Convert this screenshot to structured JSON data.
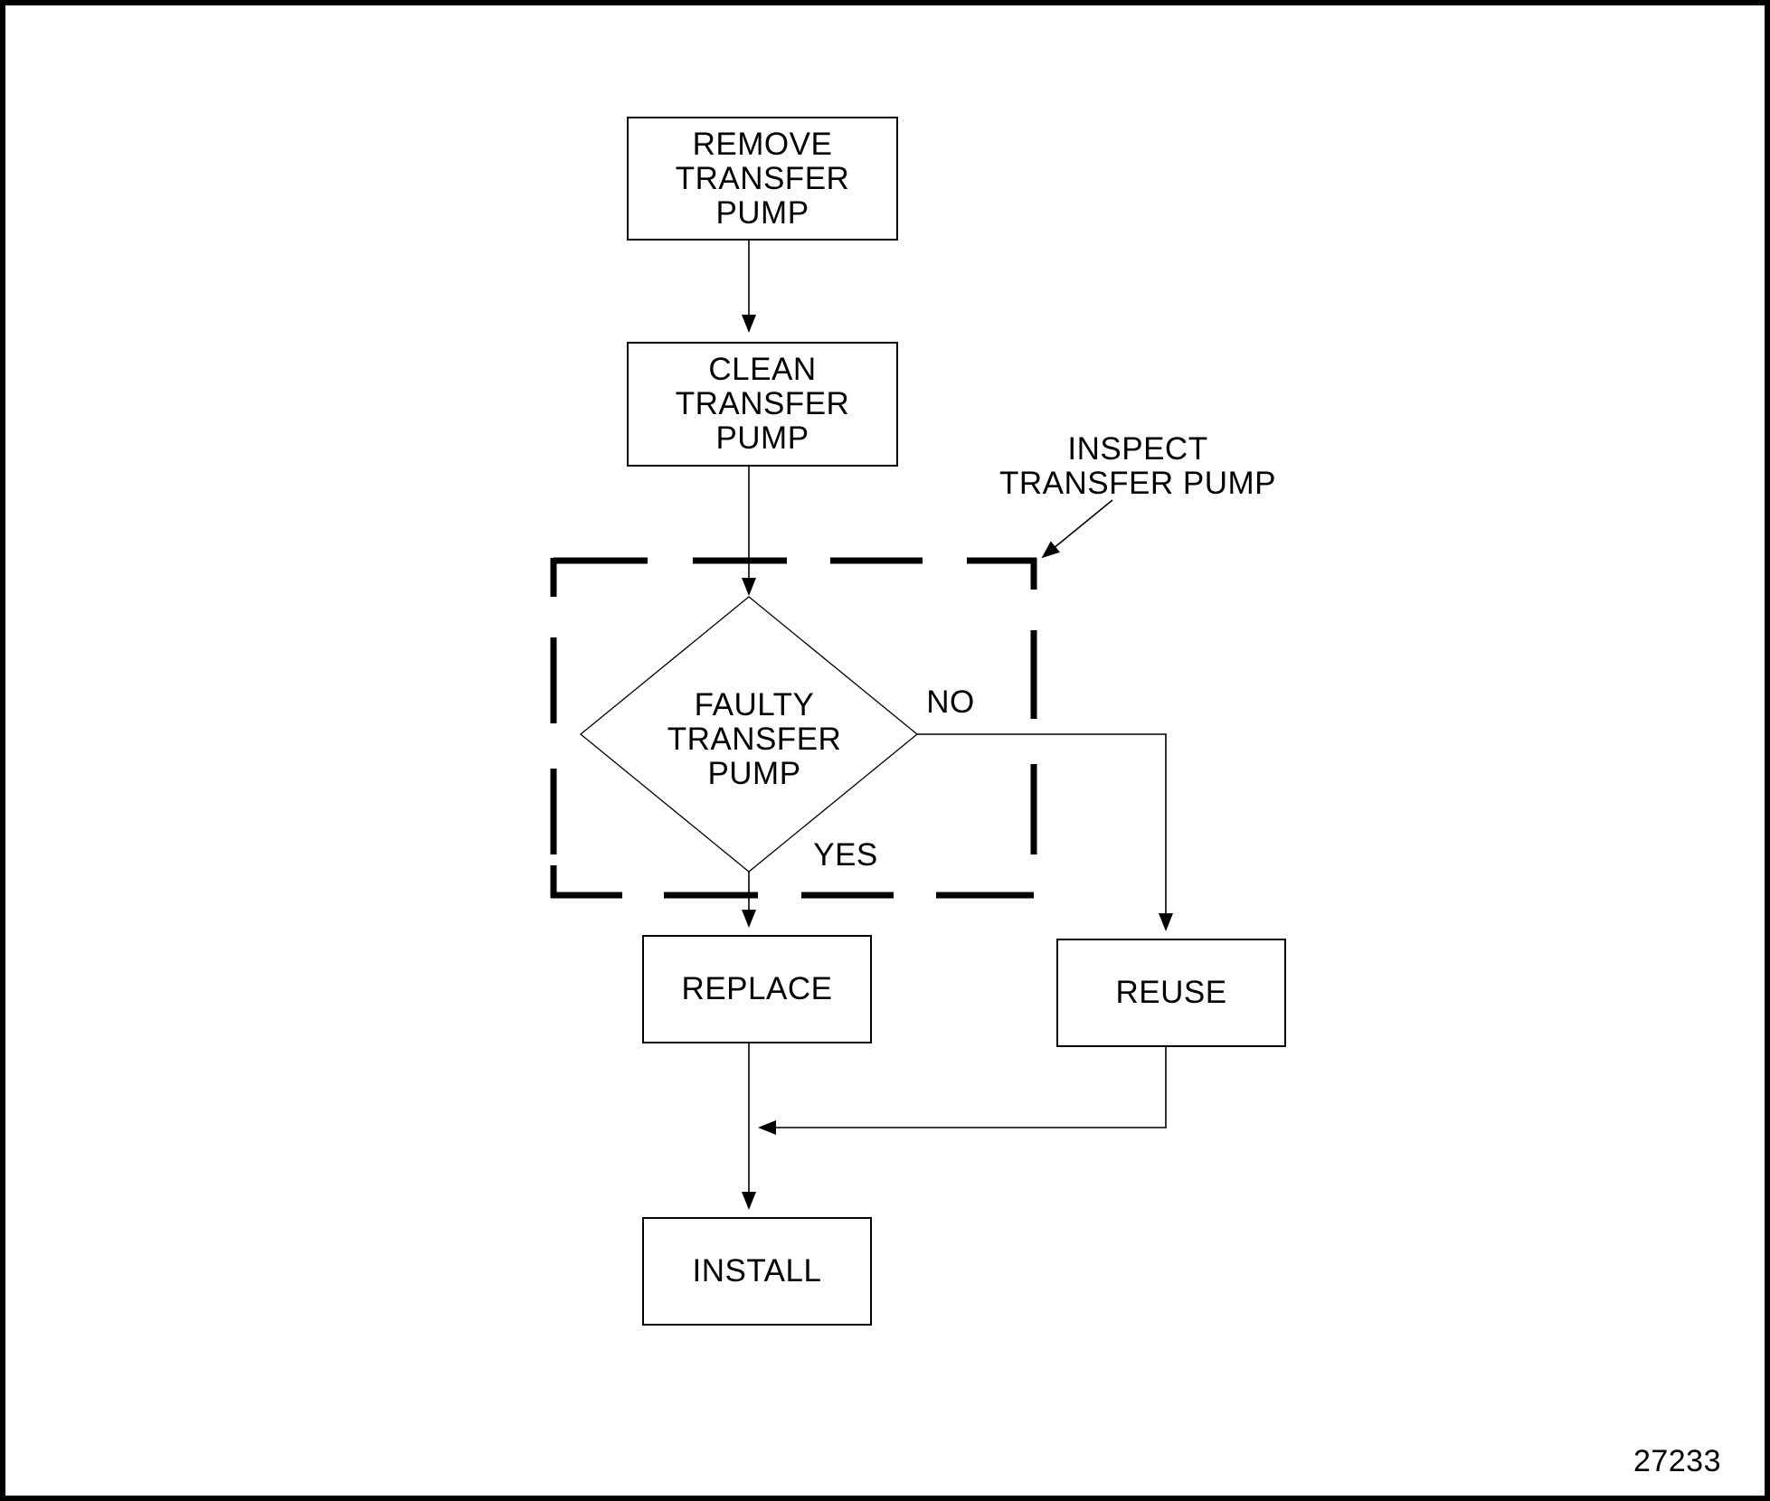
{
  "flowchart": {
    "steps": {
      "remove": "REMOVE\nTRANSFER\nPUMP",
      "clean": "CLEAN\nTRANSFER\nPUMP",
      "decision": "FAULTY\nTRANSFER\nPUMP",
      "replace": "REPLACE",
      "reuse": "REUSE",
      "install": "INSTALL"
    },
    "region_label": "INSPECT\nTRANSFER PUMP",
    "branches": {
      "no": "NO",
      "yes": "YES"
    },
    "figure_number": "27233",
    "colors": {
      "ink": "#000000",
      "paper": "#ffffff"
    }
  }
}
